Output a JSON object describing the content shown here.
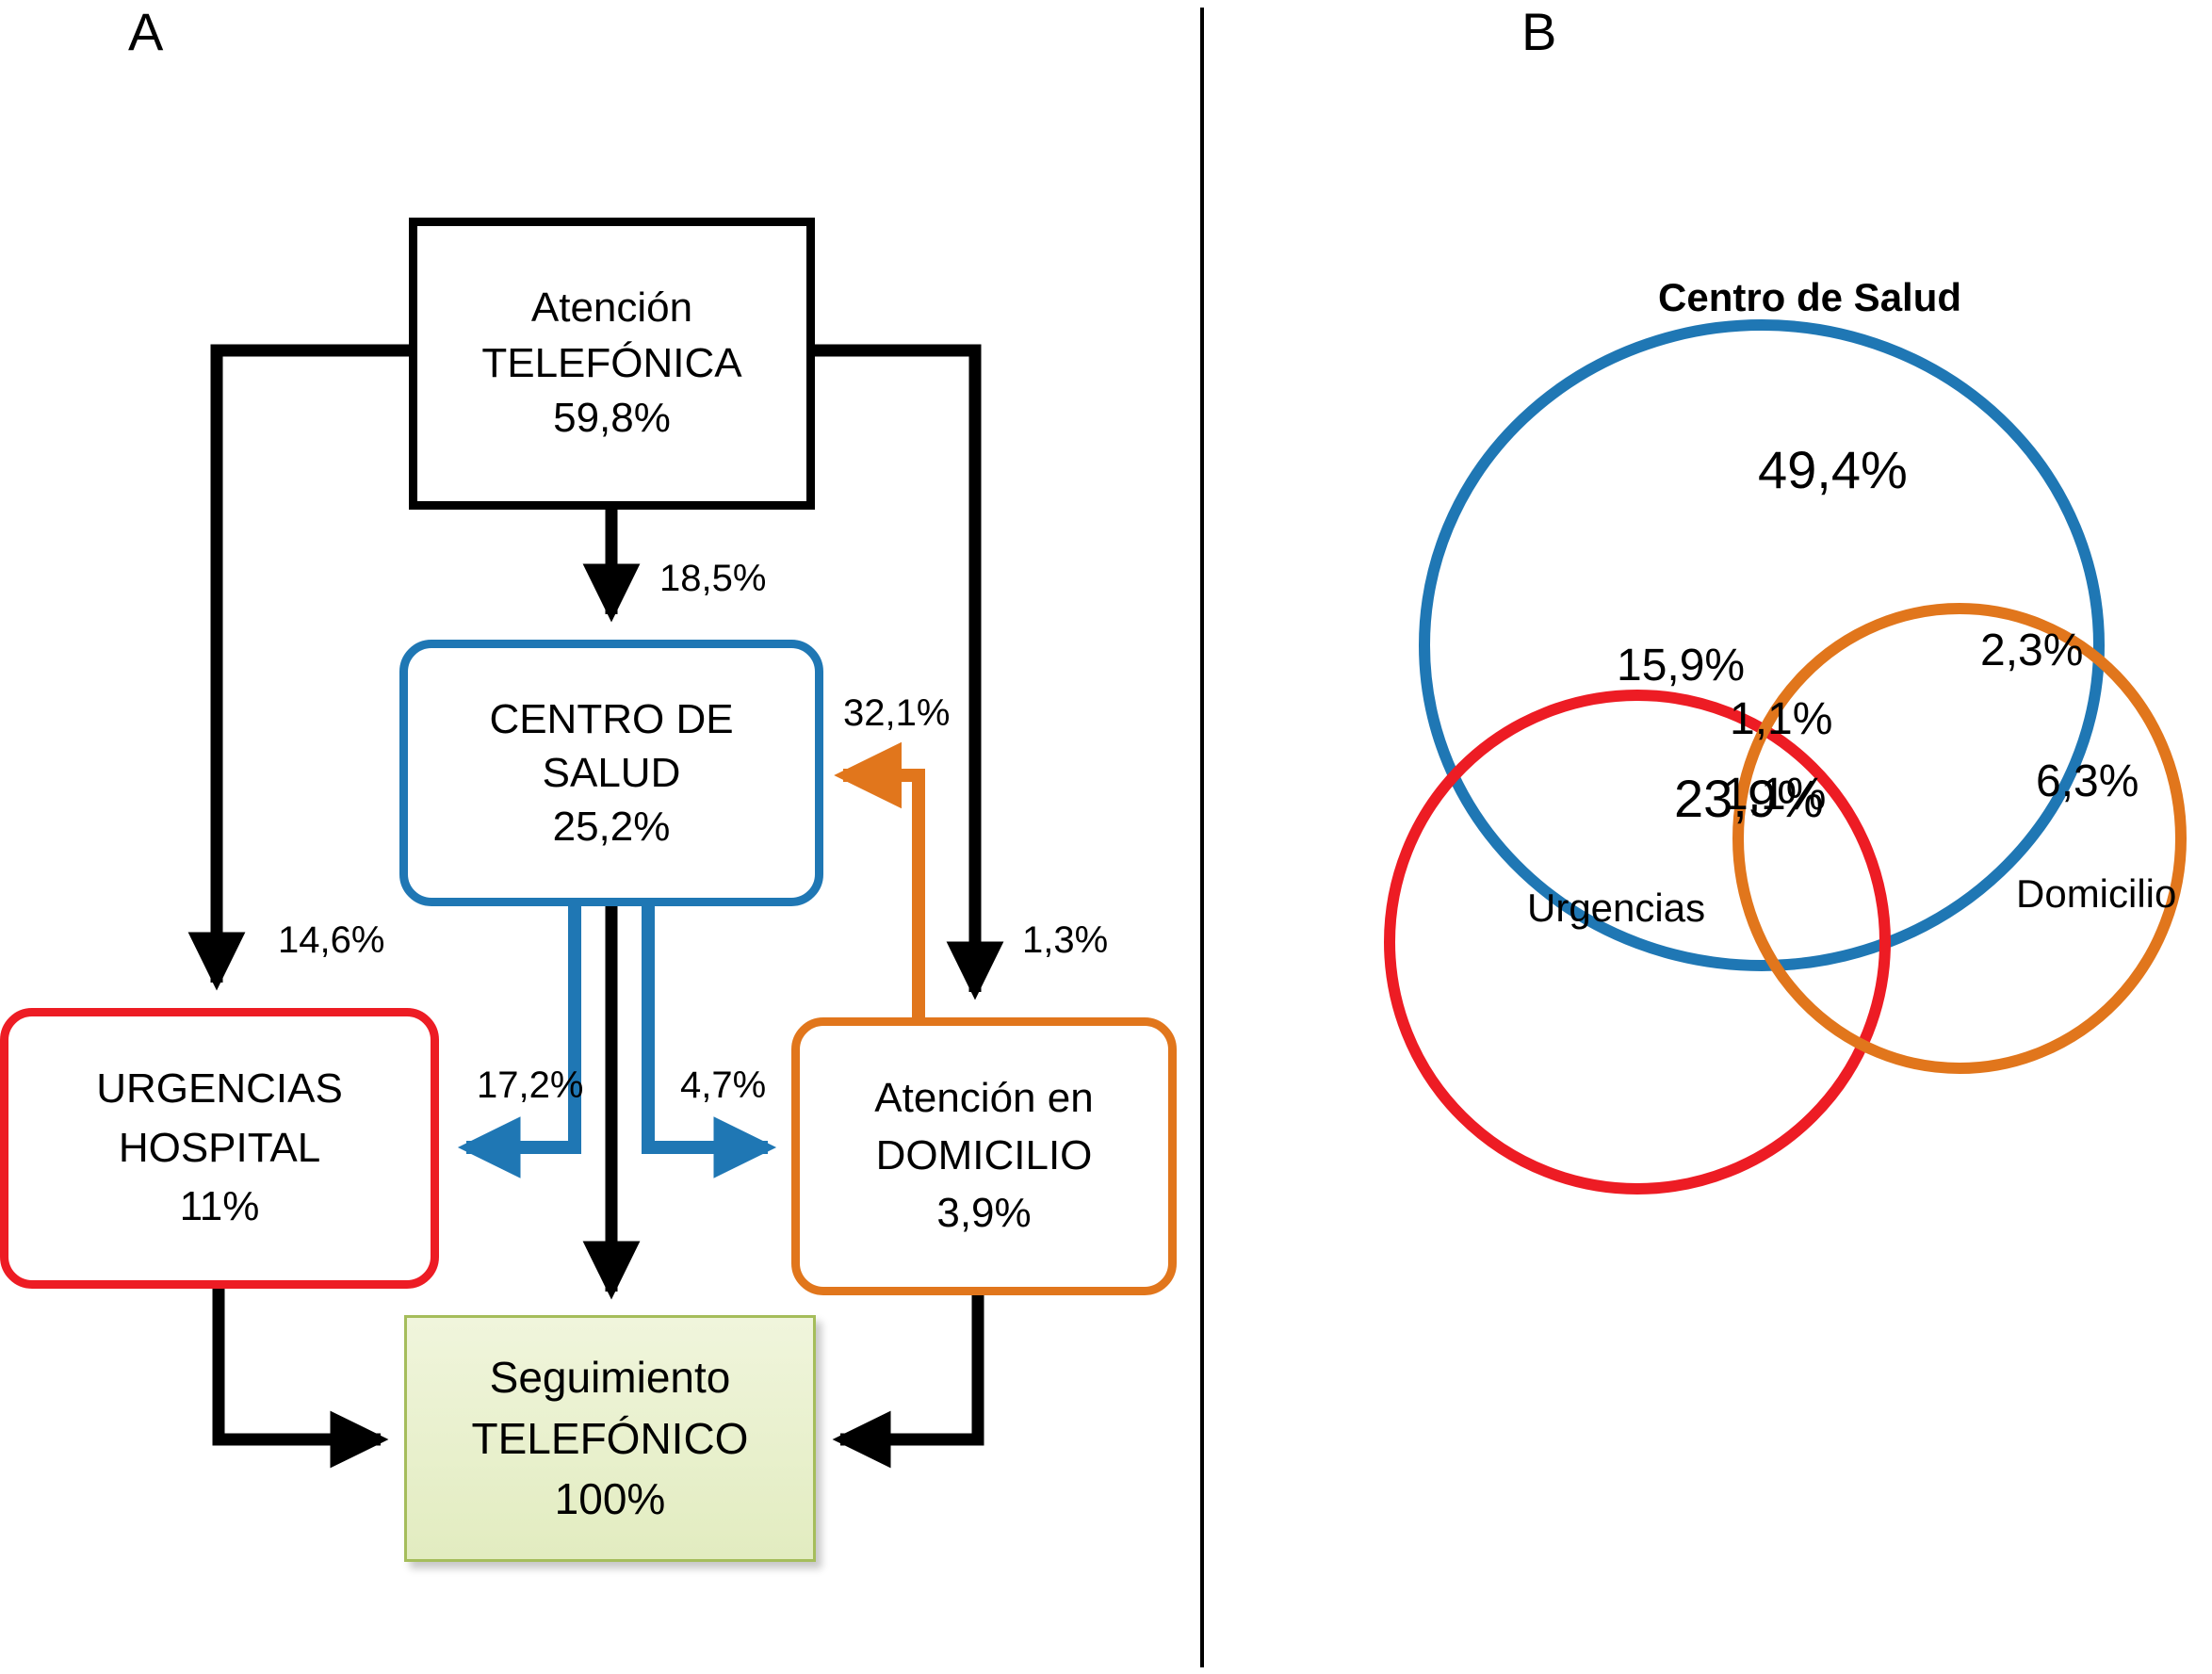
{
  "panels": {
    "a": {
      "letter": "A"
    },
    "b": {
      "letter": "B"
    }
  },
  "flow": {
    "nodes": [
      {
        "id": "telefonica",
        "line1": "Atención",
        "line2": "TELEFÓNICA",
        "value": "59,8%",
        "color": "#000000"
      },
      {
        "id": "centro",
        "line1": "CENTRO DE",
        "line2": "SALUD",
        "value": "25,2%",
        "color": "#1f77b4"
      },
      {
        "id": "urgencias",
        "line1": "URGENCIAS",
        "line2": "HOSPITAL",
        "value": "11%",
        "color": "#ed1c24"
      },
      {
        "id": "domicilio",
        "line1": "Atención  en",
        "line2": "DOMICILIO",
        "value": "3,9%",
        "color": "#e1761c"
      },
      {
        "id": "seguimiento",
        "line1": "Seguimiento",
        "line2": "TELEFÓNICO",
        "value": "100%",
        "color": "#a5bd5b"
      }
    ],
    "edges": [
      {
        "id": "tel-to-centro",
        "label": "18,5%"
      },
      {
        "id": "dom-to-centro",
        "label": "32,1%"
      },
      {
        "id": "tel-to-urgencias",
        "label": "14,6%"
      },
      {
        "id": "tel-to-domicilio",
        "label": "1,3%"
      },
      {
        "id": "centro-to-urg",
        "label": "17,2%"
      },
      {
        "id": "centro-to-dom",
        "label": "4,7%"
      }
    ]
  },
  "chart_data": {
    "type": "venn",
    "title": "",
    "sets": [
      {
        "name": "Centro de Salud",
        "color": "#1f77b4"
      },
      {
        "name": "Urgencias",
        "color": "#ed1c24"
      },
      {
        "name": "Domicilio",
        "color": "#e1761c"
      }
    ],
    "regions": [
      {
        "id": "centro_only",
        "sets": [
          "Centro de Salud"
        ],
        "value": "49,4%"
      },
      {
        "id": "centro_urgencias",
        "sets": [
          "Centro de Salud",
          "Urgencias"
        ],
        "value": "15,9%"
      },
      {
        "id": "centro_domicilio",
        "sets": [
          "Centro de Salud",
          "Domicilio"
        ],
        "value": "2,3%"
      },
      {
        "id": "all_three",
        "sets": [
          "Centro de Salud",
          "Urgencias",
          "Domicilio"
        ],
        "value": "1,1%"
      },
      {
        "id": "urgencias_only",
        "sets": [
          "Urgencias"
        ],
        "value": "23,9%"
      },
      {
        "id": "urgencias_domicilio",
        "sets": [
          "Urgencias",
          "Domicilio"
        ],
        "value": "1,1%"
      },
      {
        "id": "domicilio_only",
        "sets": [
          "Domicilio"
        ],
        "value": "6,3%"
      }
    ]
  }
}
